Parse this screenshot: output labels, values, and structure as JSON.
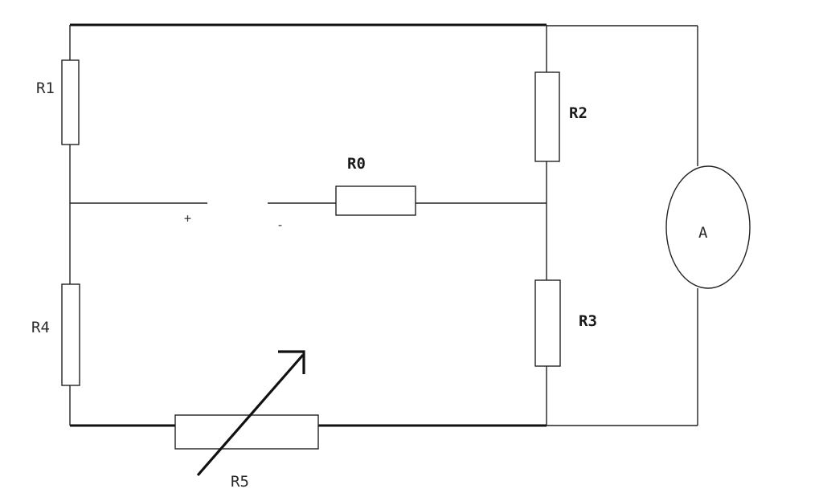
{
  "labels": {
    "r1": "R1",
    "r2": "R2",
    "r0": "R0",
    "r3": "R3",
    "r4": "R4",
    "r5": "R5",
    "ammeter": "A",
    "plus": "+",
    "minus": "-"
  }
}
